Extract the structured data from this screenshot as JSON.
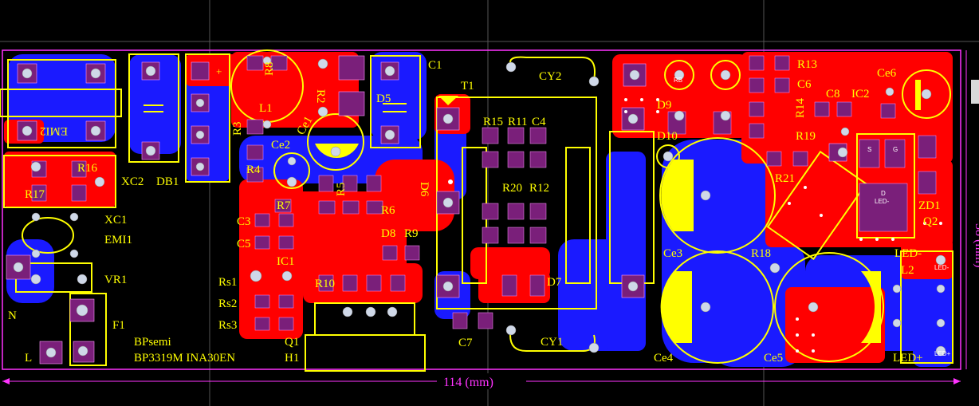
{
  "colors": {
    "background": "#000000",
    "top_copper": "#ff0000",
    "bottom_copper": "#1a1aff",
    "silkscreen": "#ffff00",
    "pad": "#7a1f7a",
    "keepout": "#ff33ff"
  },
  "board": {
    "company": "BPsemi",
    "part_number": "BP3319M  INA30EN",
    "dimension_bottom": "114 (mm)",
    "dimension_right": "38 (mm)"
  },
  "labels": {
    "emi2": "EMI2",
    "xc2": "XC2",
    "db1": "DB1",
    "r8": "R8",
    "l1": "L1",
    "r3": "R3",
    "r4": "R4",
    "r2": "R2",
    "ce1": "Ce1",
    "ce2": "Ce2",
    "d5": "D5",
    "c1": "C1",
    "t1": "T1",
    "cy2": "CY2",
    "r15": "R15",
    "r11": "R11",
    "c4": "C4",
    "r5": "R5",
    "d6": "D6",
    "r20": "R20",
    "r12": "R12",
    "r6": "R6",
    "r7": "R7",
    "d8": "D8",
    "r9": "R9",
    "c3": "C3",
    "c5": "C5",
    "ic1": "IC1",
    "r10": "R10",
    "rs1": "Rs1",
    "rs2": "Rs2",
    "rs3": "Rs3",
    "q1": "Q1",
    "h1": "H1",
    "c7": "C7",
    "cy1": "CY1",
    "d7": "D7",
    "r16": "R16",
    "r17": "R17",
    "xc1": "XC1",
    "emi1": "EMI1",
    "vr1": "VR1",
    "f1": "F1",
    "n": "N",
    "l": "L",
    "r13": "R13",
    "c6": "C6",
    "c8": "C8",
    "ic2": "IC2",
    "ce6": "Ce6",
    "r14": "R14",
    "d9": "D9",
    "r19": "R19",
    "d10": "D10",
    "r21": "R21",
    "zd1": "ZD1",
    "q2": "Q2",
    "ce3": "Ce3",
    "r18": "R18",
    "led_minus": "LED-",
    "l2": "L2",
    "ce4": "Ce4",
    "ce5": "Ce5",
    "led_plus": "LED+"
  },
  "pad_text": {
    "led_neg": "LED-",
    "led_pos": "LED+",
    "rb": "RB",
    "plus": "+",
    "d": "D",
    "g": "G",
    "s": "S"
  }
}
